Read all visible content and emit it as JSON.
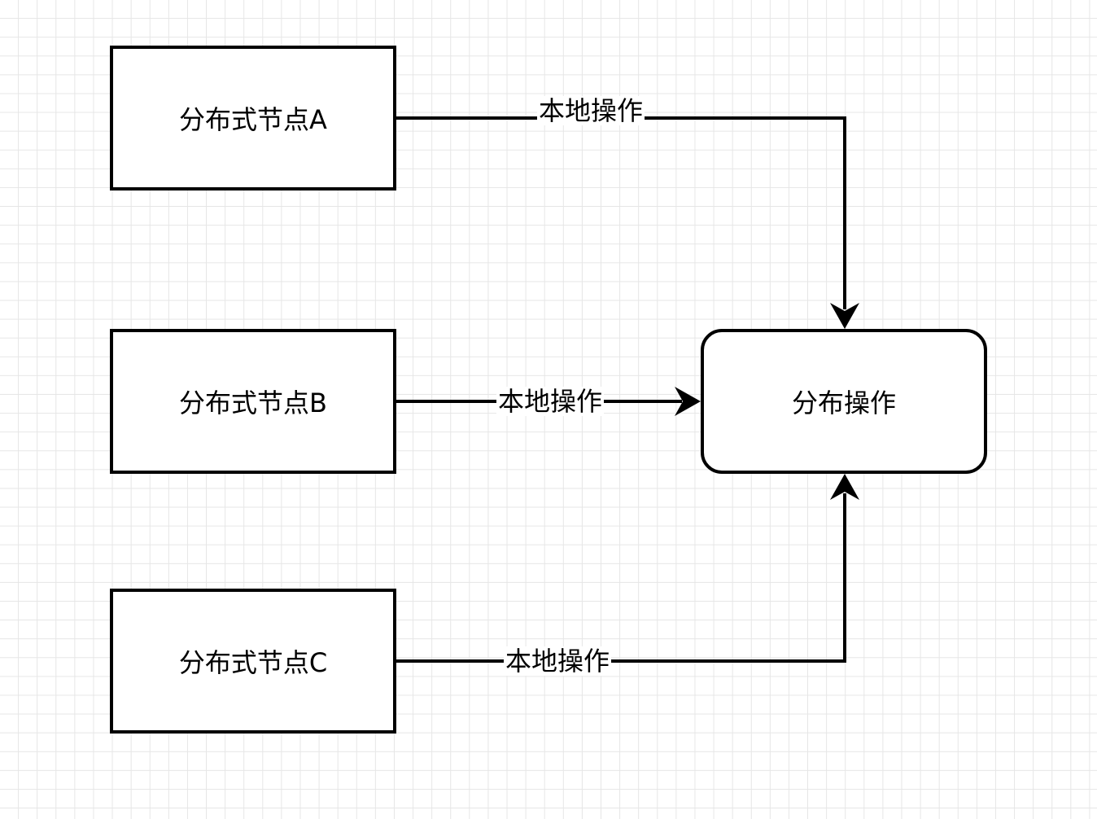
{
  "diagram": {
    "nodes": {
      "a": {
        "label": "分布式节点A"
      },
      "b": {
        "label": "分布式节点B"
      },
      "c": {
        "label": "分布式节点C"
      },
      "op": {
        "label": "分布操作"
      }
    },
    "edges": {
      "a_to_op": {
        "label": "本地操作"
      },
      "b_to_op": {
        "label": "本地操作"
      },
      "c_to_op": {
        "label": "本地操作"
      }
    }
  },
  "colors": {
    "stroke": "#000000",
    "grid": "#e6e6e6",
    "background": "#ffffff"
  }
}
